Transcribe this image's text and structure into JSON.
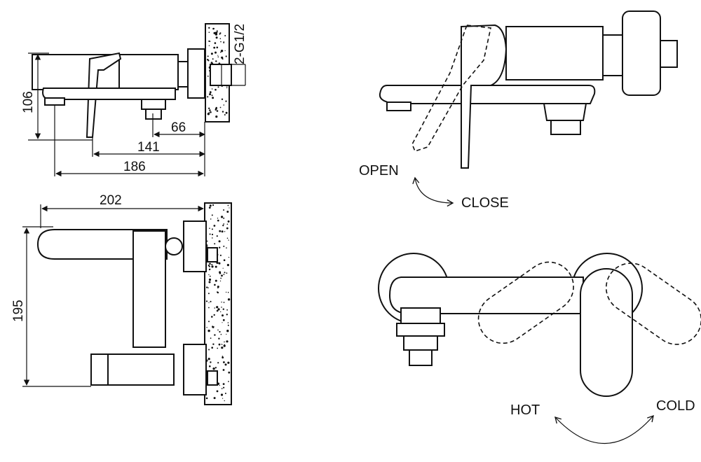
{
  "dimensions": {
    "d106": "106",
    "d66": "66",
    "d141": "141",
    "d186": "186",
    "d202": "202",
    "d195": "195",
    "thread": "2-G1/2"
  },
  "labels": {
    "open": "OPEN",
    "close": "CLOSE",
    "hot": "HOT",
    "cold": "COLD"
  }
}
